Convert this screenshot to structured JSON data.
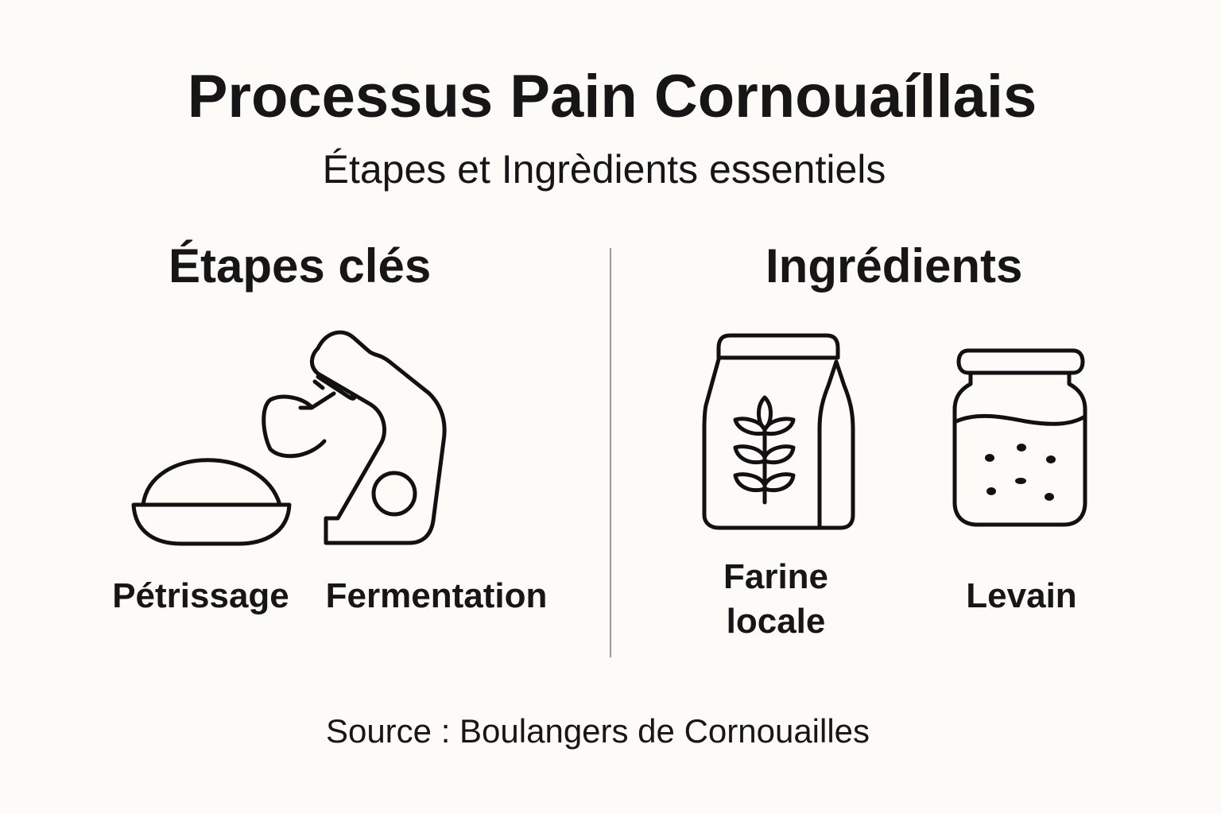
{
  "header": {
    "title": "Processus Pain Cornouaíllais",
    "subtitle": "Étapes et Ingrèdients essentiels"
  },
  "sections": {
    "steps": {
      "heading": "Étapes clés",
      "items": [
        {
          "label": "Pétrissage",
          "icon": "dough-bowl-icon"
        },
        {
          "label": "Fermentation",
          "icon": "stand-mixer-icon"
        }
      ]
    },
    "ingredients": {
      "heading": "Ingrédients",
      "items": [
        {
          "label_line1": "Farine",
          "label_line2": "locale",
          "icon": "flour-bag-icon"
        },
        {
          "label": "Levain",
          "icon": "sourdough-jar-icon"
        }
      ]
    }
  },
  "footer": {
    "source": "Source : Boulangers de Cornouailles"
  },
  "colors": {
    "background": "#fcfbf7",
    "text": "#161616",
    "divider": "#9a9a9a"
  }
}
